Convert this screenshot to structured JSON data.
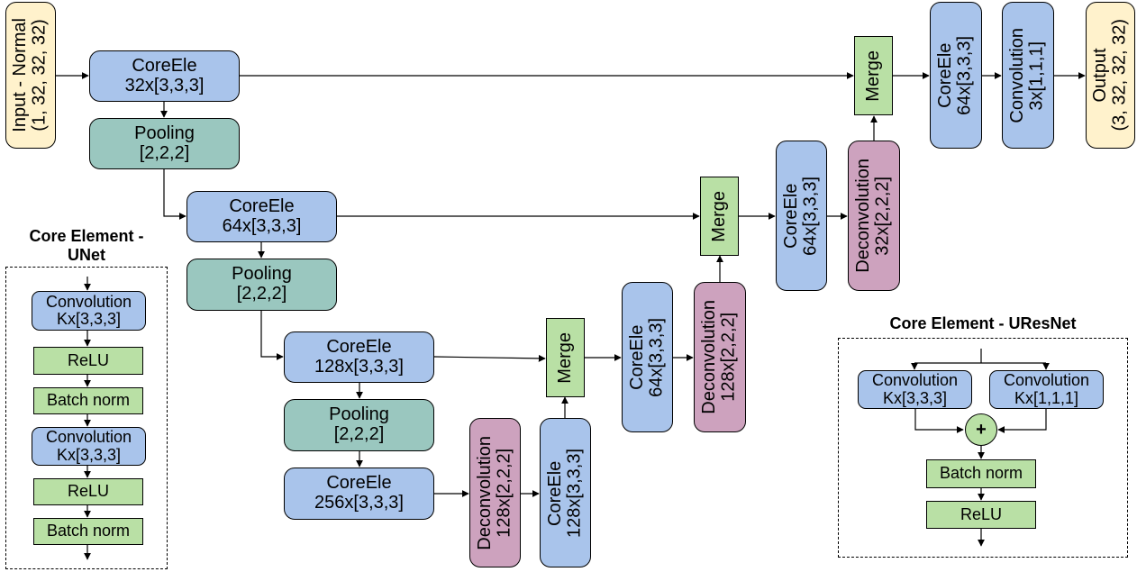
{
  "input": {
    "line1": "Input - Normal",
    "line2": "(1, 32, 32, 32)"
  },
  "output": {
    "line1": "Output",
    "line2": "(3, 32, 32, 32)"
  },
  "encoder": {
    "core1": {
      "name": "CoreEle",
      "spec": "32x[3,3,3]"
    },
    "pool1": {
      "name": "Pooling",
      "spec": "[2,2,2]"
    },
    "core2": {
      "name": "CoreEle",
      "spec": "64x[3,3,3]"
    },
    "pool2": {
      "name": "Pooling",
      "spec": "[2,2,2]"
    },
    "core3": {
      "name": "CoreEle",
      "spec": "128x[3,3,3]"
    },
    "pool3": {
      "name": "Pooling",
      "spec": "[2,2,2]"
    },
    "core4": {
      "name": "CoreEle",
      "spec": "256x[3,3,3]"
    }
  },
  "decoder": {
    "deconv1": {
      "name": "Deconvolution",
      "spec": "128x[2,2,2]"
    },
    "core_d1": {
      "name": "CoreEle",
      "spec": "128x[3,3,3]"
    },
    "merge1": "Merge",
    "core_d2": {
      "name": "CoreEle",
      "spec": "64x[3,3,3]"
    },
    "deconv2": {
      "name": "Deconvolution",
      "spec": "128x[2,2,2]"
    },
    "merge2": "Merge",
    "core_d3": {
      "name": "CoreEle",
      "spec": "64x[3,3,3]"
    },
    "deconv3": {
      "name": "Deconvolution",
      "spec": "32x[2,2,2]"
    },
    "merge3": "Merge",
    "core_d4": {
      "name": "CoreEle",
      "spec": "64x[3,3,3]"
    },
    "conv_out": {
      "name": "Convolution",
      "spec": "3x[1,1,1]"
    }
  },
  "unet_panel": {
    "title_line1": "Core Element -",
    "title_line2": "UNet",
    "conv1": {
      "name": "Convolution",
      "spec": "Kx[3,3,3]"
    },
    "relu1": "ReLU",
    "bn1": "Batch norm",
    "conv2": {
      "name": "Convolution",
      "spec": "Kx[3,3,3]"
    },
    "relu2": "ReLU",
    "bn2": "Batch norm"
  },
  "uresnet_panel": {
    "title": "Core Element - UResNet",
    "conv_a": {
      "name": "Convolution",
      "spec": "Kx[3,3,3]"
    },
    "conv_b": {
      "name": "Convolution",
      "spec": "Kx[1,1,1]"
    },
    "add": "+",
    "bn": "Batch norm",
    "relu": "ReLU"
  },
  "colors": {
    "core": "#a9c4eb",
    "pooling": "#9ac7bf",
    "merge_and_layers": "#b9e0a5",
    "deconvolution": "#cda2be",
    "io": "#fff2cc"
  }
}
